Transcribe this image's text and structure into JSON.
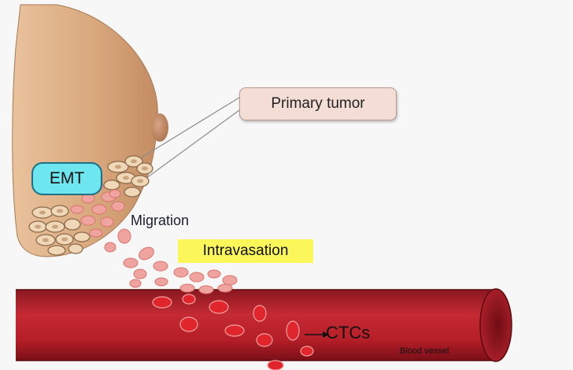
{
  "labels": {
    "primary_tumor": "Primary tumor",
    "emt": "EMT",
    "migration": "Migration",
    "intravasation": "Intravasation",
    "ctcs": "CTCs",
    "blood_vessel": "Blood vessel"
  },
  "colors": {
    "skin": "#d9a97e",
    "tumor_cell": "#f0a4a0",
    "epithelial_cell": "#efd7b8",
    "vessel": "#b8202a",
    "vessel_dark": "#7a0f18",
    "ctc": "#e0252d",
    "emt_fill": "#6ee6ef",
    "intravasation_fill": "#fbf65a",
    "callout_fill": "#f4ddd5"
  }
}
